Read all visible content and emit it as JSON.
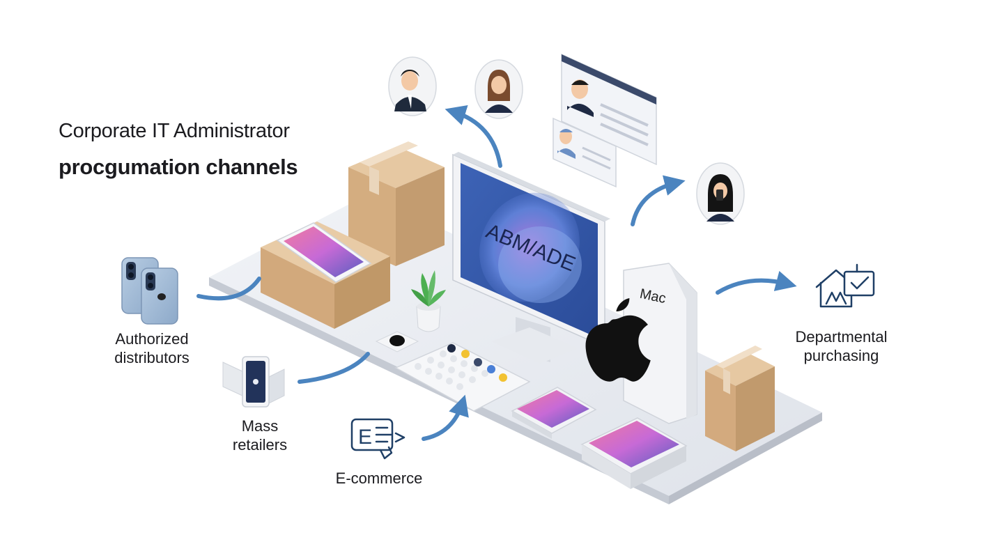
{
  "header": {
    "line1": "Corporate IT Administrator",
    "line2": "procgumation channels"
  },
  "monitor": {
    "screen_label": "ABM/ADE"
  },
  "mac_device": {
    "label": "Mac"
  },
  "channels": [
    {
      "id": "authorized",
      "line1": "Authorized",
      "line2": "distributors"
    },
    {
      "id": "mass",
      "line1": "Mass",
      "line2": "retailers"
    },
    {
      "id": "ecommerce",
      "line1": "E-commerce",
      "line2": ""
    },
    {
      "id": "departmental",
      "line1": "Departmental",
      "line2": "purchasing"
    }
  ],
  "colors": {
    "arrow": "#4b84bf",
    "platform": "#e6e9ef",
    "box": "#d8b48a",
    "screen": "#3a5db0",
    "icon_stroke": "#1f3f66"
  },
  "icons": [
    "user-avatar-man-icon",
    "user-avatar-woman-icon",
    "user-avatar-phone-icon",
    "profile-card-icon",
    "id-card-icon",
    "iphone-icon",
    "ipad-stand-icon",
    "e-commerce-icon",
    "home-check-icon",
    "apple-logo-icon",
    "plant-icon",
    "keyboard-icon"
  ]
}
